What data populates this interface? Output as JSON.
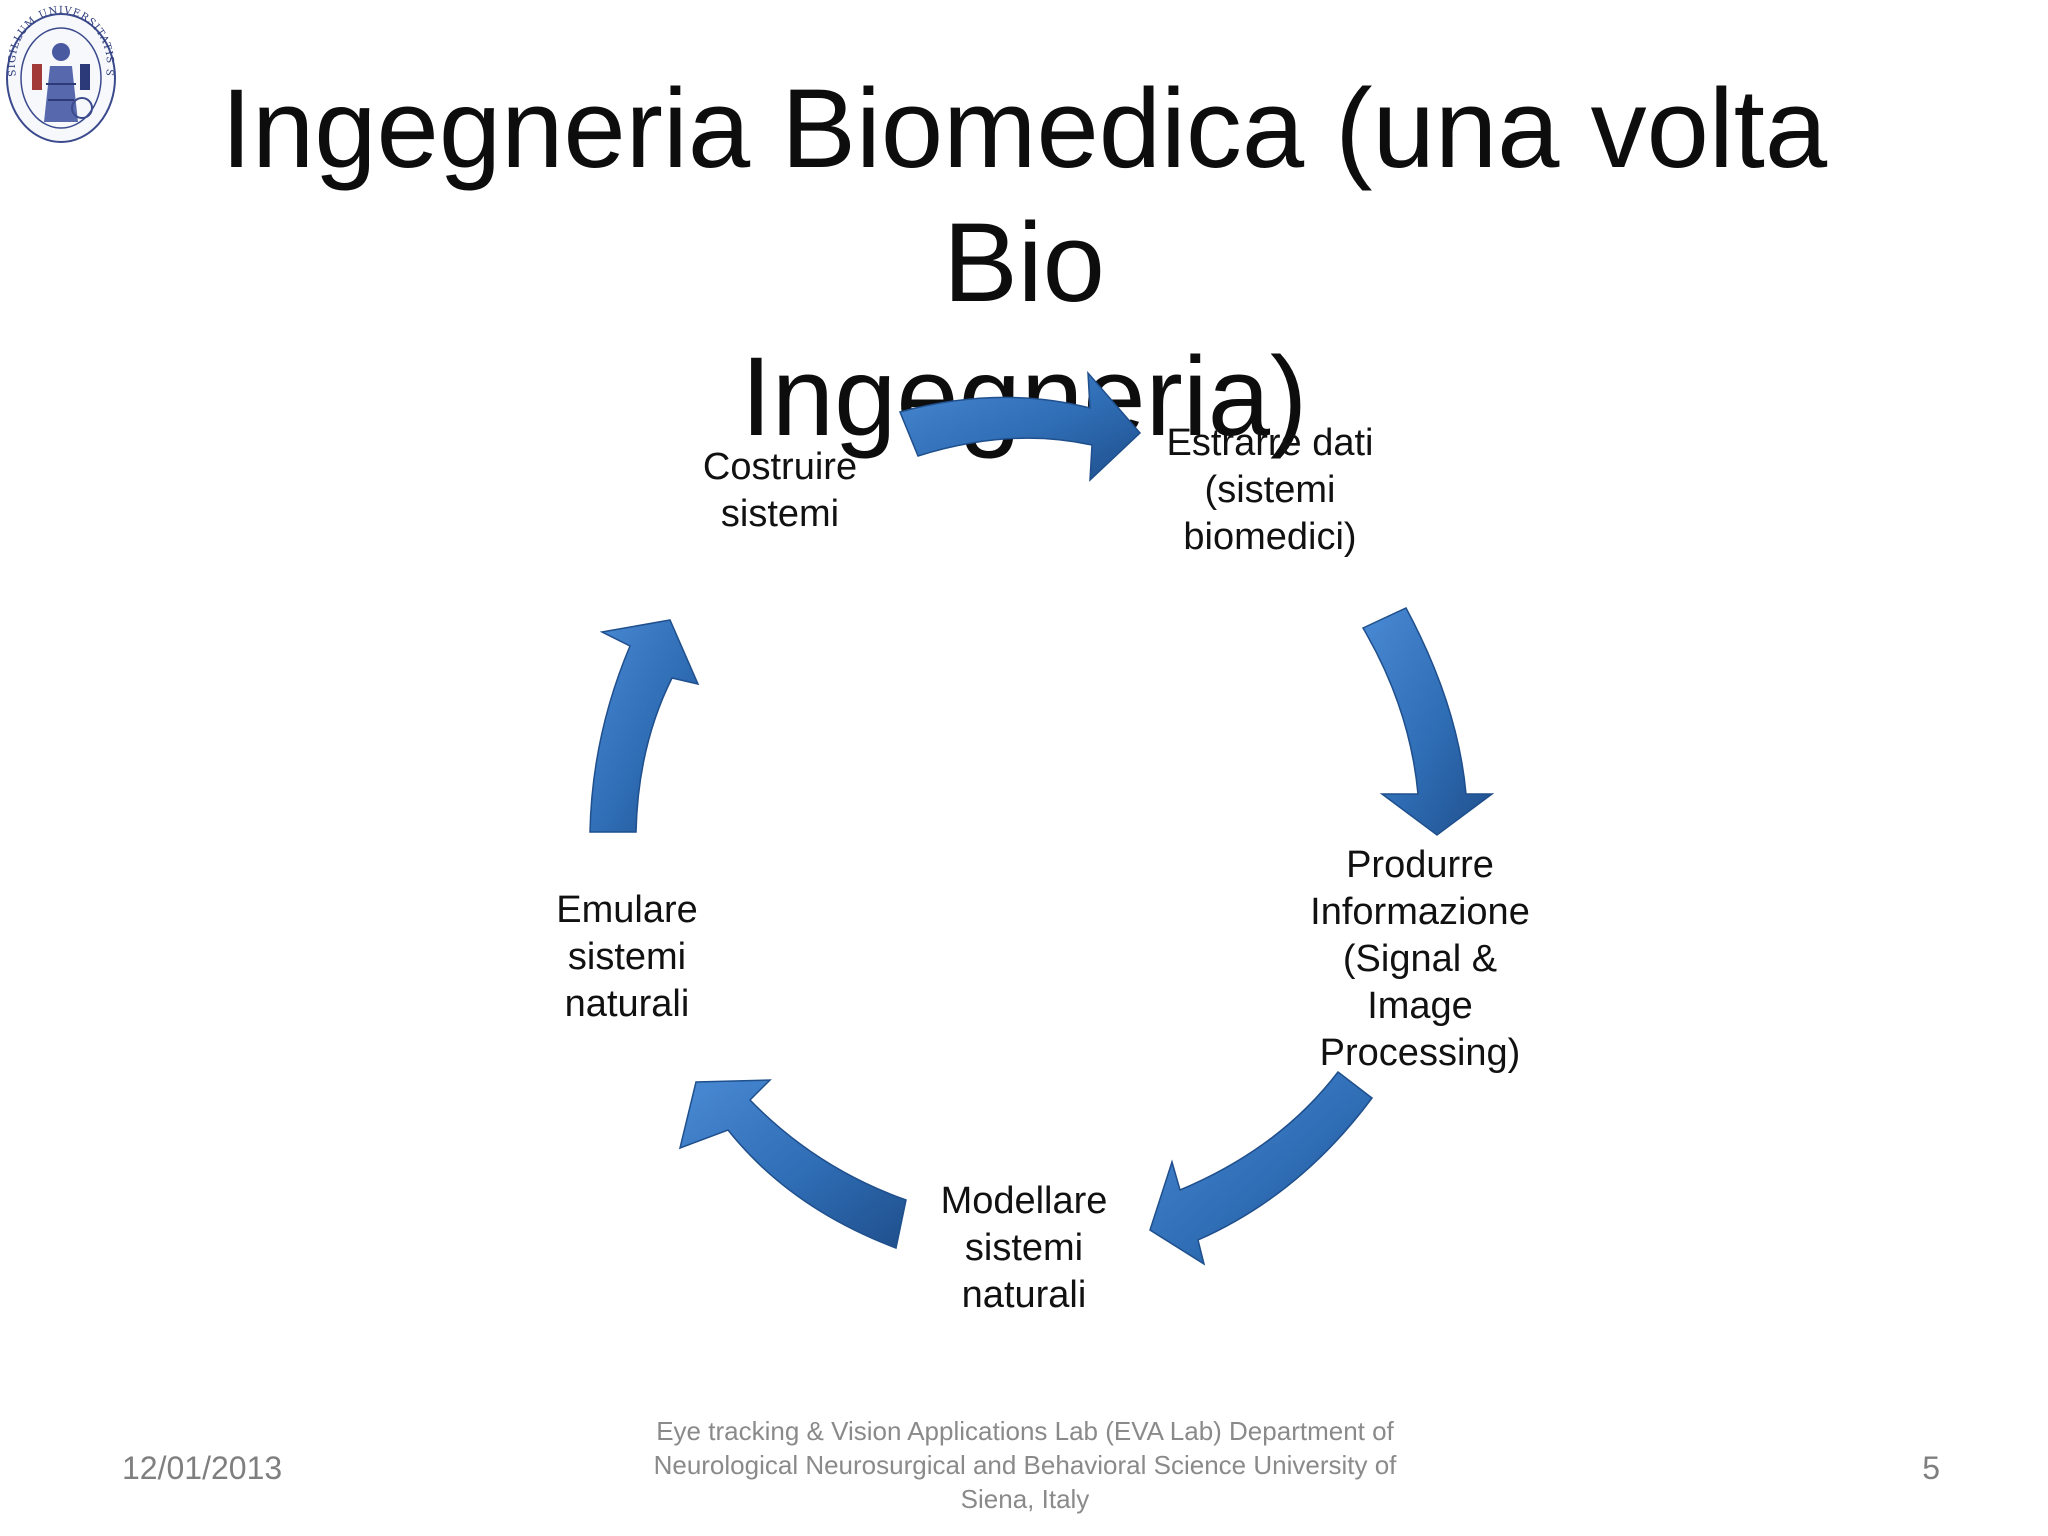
{
  "title": {
    "line1": "Ingegneria Biomedica (una volta Bio",
    "line2": "Ingegneria)"
  },
  "logo": {
    "icon": "university-seal-icon",
    "text": "SIGILLUM UNIVERSITATIS SENARUM"
  },
  "cycle": {
    "nodes": [
      {
        "id": "costruire",
        "lines": [
          "Costruire",
          "sistemi"
        ]
      },
      {
        "id": "estrarre",
        "lines": [
          "Estrarre dati",
          "(sistemi",
          "biomedici)"
        ]
      },
      {
        "id": "produrre",
        "lines": [
          "Produrre",
          "Informazione",
          "(Signal &",
          "Image",
          "Processing)"
        ]
      },
      {
        "id": "modellare",
        "lines": [
          "Modellare",
          "sistemi",
          "naturali"
        ]
      },
      {
        "id": "emulare",
        "lines": [
          "Emulare",
          "sistemi",
          "naturali"
        ]
      }
    ],
    "arrow_color": "#2f6db5",
    "arrow_highlight": "#4a8ad4",
    "arrow_shadow": "#1f4f8c"
  },
  "footer": {
    "date": "12/01/2013",
    "center_lines": [
      "Eye tracking & Vision Applications Lab (EVA Lab) Department of",
      "Neurological Neurosurgical and Behavioral Science University of",
      "Siena, Italy"
    ],
    "page_number": "5"
  }
}
